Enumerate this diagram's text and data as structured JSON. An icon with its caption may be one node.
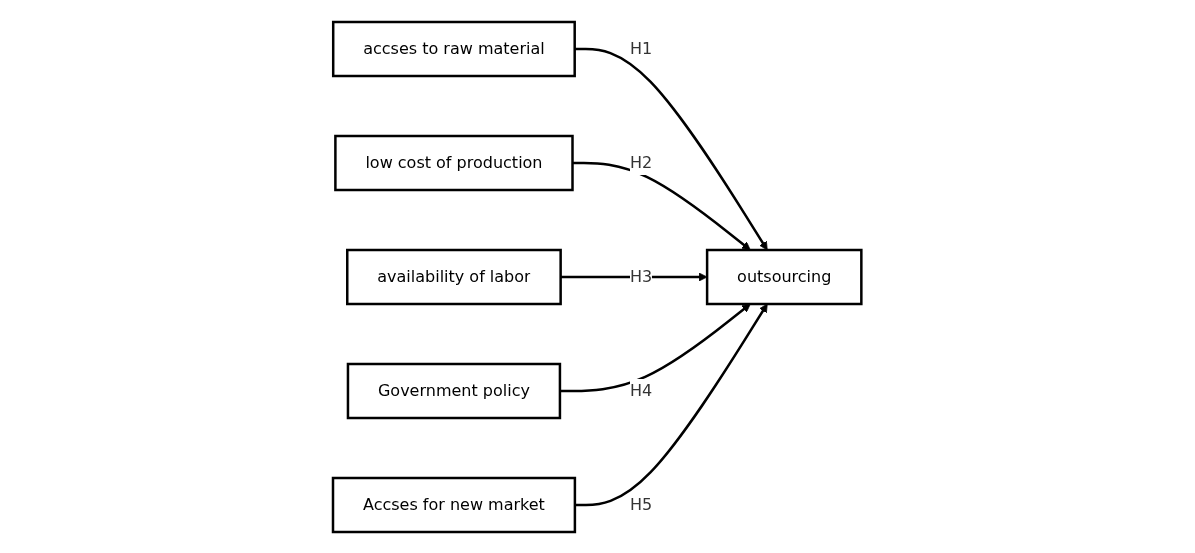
{
  "diagram": {
    "nodes": [
      {
        "text": [
          "availability of labor"
        ]
      },
      {
        "text": [
          "accses to raw material"
        ]
      },
      {
        "text": [
          "outsourcing"
        ]
      },
      {
        "text": [
          "Government policy"
        ]
      },
      {
        "text": [
          "low cost of production"
        ]
      },
      {
        "text": [
          "Accses for new market"
        ]
      }
    ],
    "edges": [
      {
        "from": 1,
        "to": 2,
        "arrow": "to",
        "label": "H1"
      },
      {
        "from": 4,
        "to": 2,
        "arrow": "to",
        "label": "H2"
      },
      {
        "from": 0,
        "to": 2,
        "arrow": "to",
        "label": "H3"
      },
      {
        "from": 3,
        "to": 2,
        "arrow": "to",
        "label": "H4"
      },
      {
        "from": 5,
        "to": 2,
        "arrow": "to",
        "label": "H5"
      }
    ]
  }
}
